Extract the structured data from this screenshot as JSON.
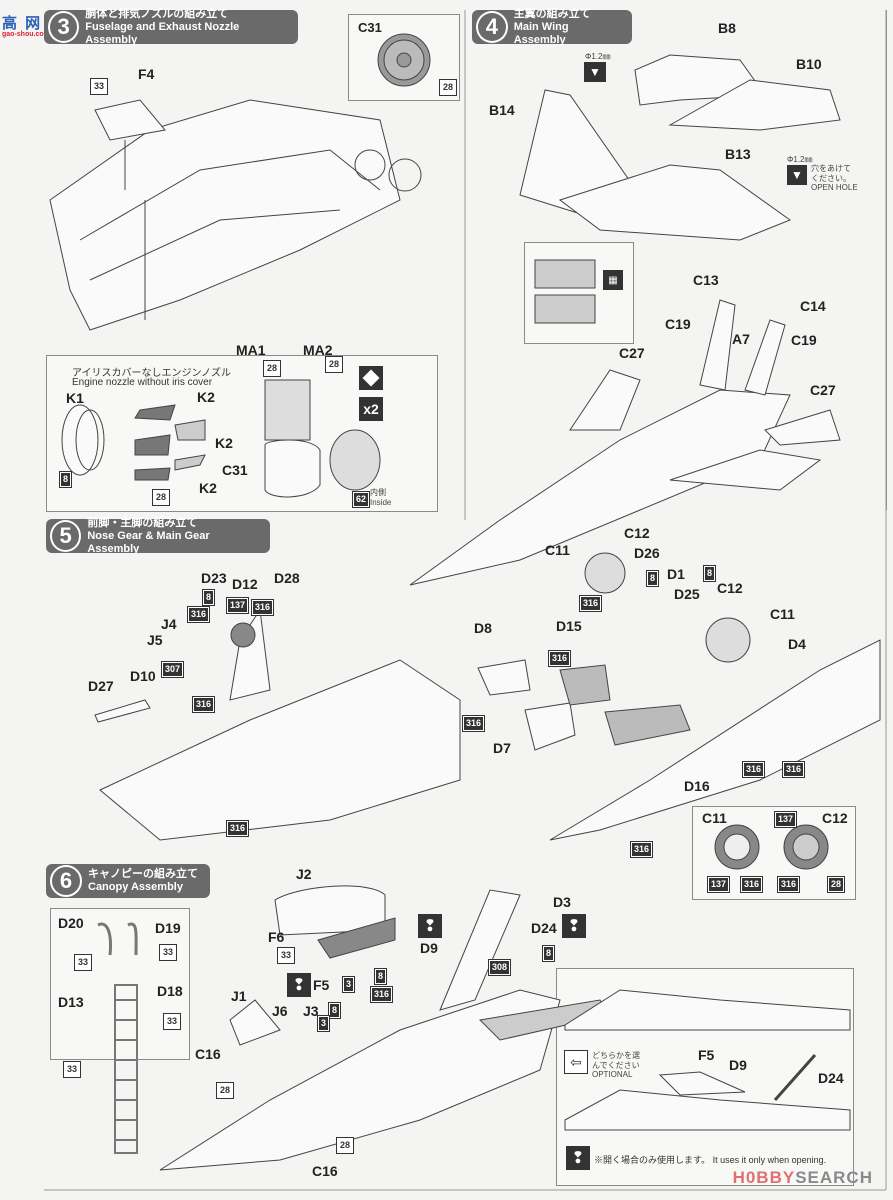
{
  "logo": {
    "top": "高 网",
    "bottom": "gao-shou.com"
  },
  "steps": {
    "s3": {
      "num": "3",
      "jp": "胴体と排気ノズルの組み立て",
      "en": "Fuselage and Exhaust Nozzle Assembly"
    },
    "s4": {
      "num": "4",
      "jp": "主翼の組み立て",
      "en": "Main Wing Assembly"
    },
    "s5": {
      "num": "5",
      "jp": "前脚・主脚の組み立て",
      "en": "Nose Gear & Main Gear Assembly"
    },
    "s6": {
      "num": "6",
      "jp": "キャノピーの組み立て",
      "en": "Canopy Assembly"
    }
  },
  "step3": {
    "parts": {
      "F4": "F4",
      "C31": "C31",
      "K1": "K1",
      "K2": "K2",
      "MA1": "MA1",
      "MA2": "MA2"
    },
    "paints": {
      "p33": "33",
      "p28": "28",
      "p8": "8",
      "p62": "62"
    },
    "nozzle_note_jp": "アイリスカバーなしエンジンノズル",
    "nozzle_note_en": "Engine nozzle without iris cover",
    "inside_jp": "内側",
    "inside_en": "Inside",
    "multiplier": "x2"
  },
  "step4": {
    "parts": {
      "B8": "B8",
      "B10": "B10",
      "B13": "B13",
      "B14": "B14",
      "C13": "C13",
      "C14": "C14",
      "C19": "C19",
      "A7": "A7",
      "C27": "C27"
    },
    "drill_size": "Φ1.2㎜",
    "open_hole_jp": "穴をあけてください。",
    "open_hole_en": "OPEN HOLE"
  },
  "step5": {
    "parts": {
      "D23": "D23",
      "D12": "D12",
      "D28": "D28",
      "J4": "J4",
      "J5": "J5",
      "D10": "D10",
      "D27": "D27",
      "C11": "C11",
      "C12": "C12",
      "D26": "D26",
      "D1": "D1",
      "D25": "D25",
      "D15": "D15",
      "D8": "D8",
      "D4": "D4",
      "D7": "D7",
      "D16": "D16"
    },
    "paints": {
      "p8": "8",
      "p137": "137",
      "p316": "316",
      "p307": "307",
      "p28": "28"
    }
  },
  "step6": {
    "parts": {
      "D20": "D20",
      "D19": "D19",
      "D18": "D18",
      "D13": "D13",
      "J2": "J2",
      "F6": "F6",
      "D9": "D9",
      "D3": "D3",
      "D24": "D24",
      "F5": "F5",
      "J1": "J1",
      "J6": "J6",
      "J3": "J3",
      "C16": "C16"
    },
    "paints": {
      "p33": "33",
      "p3": "3",
      "p8": "8",
      "p316": "316",
      "p308": "308",
      "p28": "28"
    },
    "optional_jp": "どちらかを選んでください",
    "optional_en": "OPTIONAL",
    "opening_note": "※開く場合のみ使用します。 It uses it only when opening."
  },
  "watermark": {
    "hobby": "H0BBY",
    "search": "SEARCH"
  }
}
